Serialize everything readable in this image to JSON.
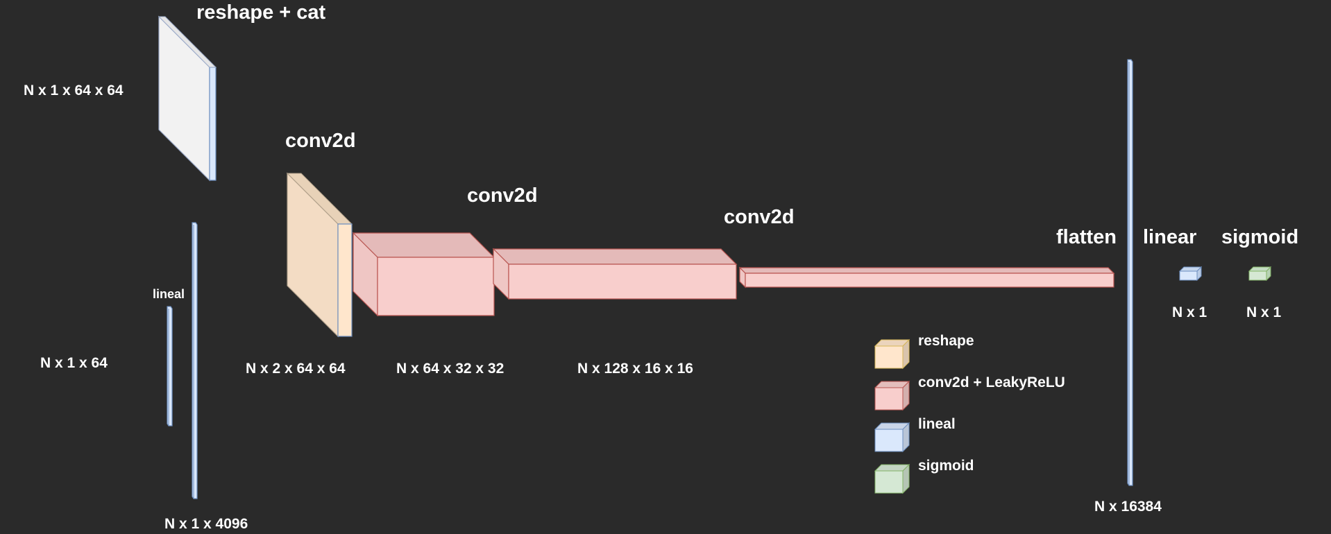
{
  "labels": {
    "reshape_cat": "reshape + cat",
    "conv1": "conv2d",
    "conv2": "conv2d",
    "conv3": "conv2d",
    "flatten": "flatten",
    "linear": "linear",
    "sigmoid": "sigmoid",
    "lineal_small": "lineal"
  },
  "dims": {
    "image_in": "N x 1 x 64 x 64",
    "label_in": "N x 1 x 64",
    "label_proj": "N x 1 x 4096",
    "cat_out": "N x 2 x 64 x 64",
    "conv1_out": "N x 64 x 32 x 32",
    "conv2_out": "N x 128 x 16 x 16",
    "flatten_out": "N x 16384",
    "linear_out": "N x 1",
    "sigmoid_out": "N x 1"
  },
  "legend": [
    {
      "label": "reshape",
      "color": "#ffe6cc",
      "stroke": "#d6b656"
    },
    {
      "label": "conv2d + LeakyReLU",
      "color": "#f8cecc",
      "stroke": "#b85450"
    },
    {
      "label": "lineal",
      "color": "#dae8fc",
      "stroke": "#6c8ebf"
    },
    {
      "label": "sigmoid",
      "color": "#d5e8d4",
      "stroke": "#82b366"
    }
  ],
  "colors": {
    "background": "#2a2a2a",
    "image_block": "#f5f5f5",
    "reshape": "#f3dcc4",
    "conv": "#f8cecc",
    "lineal": "#dae8fc",
    "sigmoid": "#d5e8d4"
  }
}
